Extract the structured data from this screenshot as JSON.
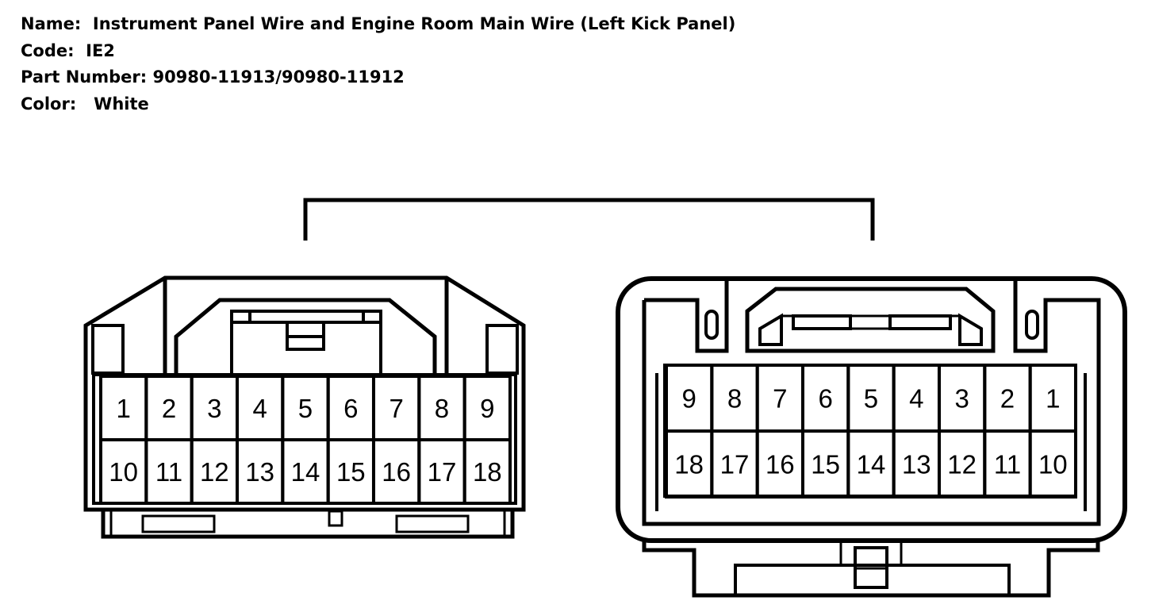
{
  "header": {
    "name_label": "Name:",
    "name_value": "Instrument Panel Wire and Engine Room Main Wire (Left Kick Panel)",
    "code_label": "Code:",
    "code_value": "IE2",
    "part_label": "Part Number:",
    "part_value": "90980-11913/90980-11912",
    "color_label": "Color:",
    "color_value": "White"
  },
  "left_connector": {
    "row1": [
      "1",
      "2",
      "3",
      "4",
      "5",
      "6",
      "7",
      "8",
      "9"
    ],
    "row2": [
      "10",
      "11",
      "12",
      "13",
      "14",
      "15",
      "16",
      "17",
      "18"
    ]
  },
  "right_connector": {
    "row1": [
      "9",
      "8",
      "7",
      "6",
      "5",
      "4",
      "3",
      "2",
      "1"
    ],
    "row2": [
      "18",
      "17",
      "16",
      "15",
      "14",
      "13",
      "12",
      "11",
      "10"
    ]
  }
}
